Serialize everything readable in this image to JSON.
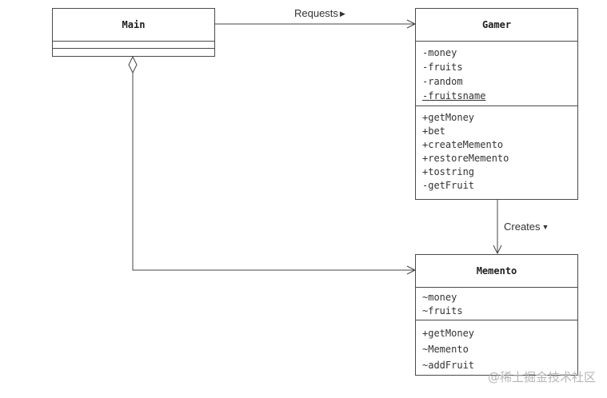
{
  "classes": {
    "main": {
      "name": "Main",
      "fields": [],
      "methods": []
    },
    "gamer": {
      "name": "Gamer",
      "fields": [
        "-money",
        "-fruits",
        "-random",
        "-fruitsname"
      ],
      "methods": [
        "+getMoney",
        "+bet",
        "+createMemento",
        "+restoreMemento",
        "+tostring",
        "-getFruit"
      ]
    },
    "memento": {
      "name": "Memento",
      "fields": [
        "~money",
        "~fruits"
      ],
      "methods": [
        "+getMoney",
        "~Memento",
        "~addFruit"
      ]
    }
  },
  "relations": {
    "requests": "Requests",
    "creates": "Creates"
  },
  "watermark": "@稀土掘金技术社区"
}
